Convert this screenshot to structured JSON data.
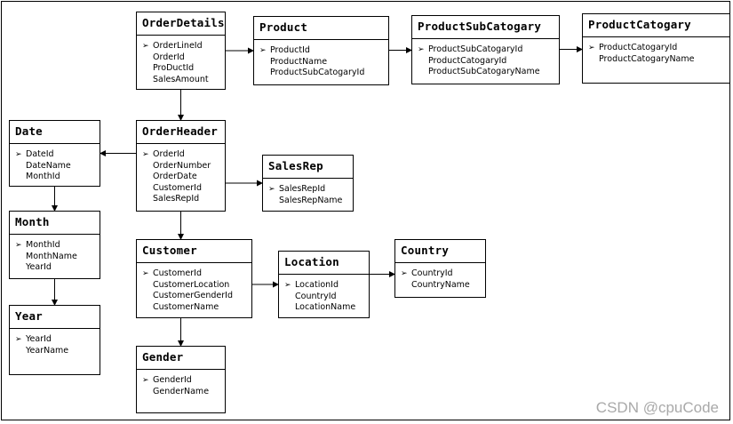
{
  "key_marker": "➢",
  "entities": {
    "orderdetails": {
      "title": "OrderDetails",
      "key": "OrderLineId",
      "fields": [
        "OrderId",
        "ProDuctId",
        "SalesAmount"
      ]
    },
    "product": {
      "title": "Product",
      "key": "ProductId",
      "fields": [
        "ProductName",
        "ProductSubCatogaryId"
      ]
    },
    "productsubcatogary": {
      "title": "ProductSubCatogary",
      "key": "ProductSubCatogaryId",
      "fields": [
        "ProductCatogaryId",
        "ProductSubCatogaryName"
      ]
    },
    "productcatogary": {
      "title": "ProductCatogary",
      "key": "ProductCatogaryId",
      "fields": [
        "ProductCatogaryName"
      ]
    },
    "orderheader": {
      "title": "OrderHeader",
      "key": "OrderId",
      "fields": [
        "OrderNumber",
        "OrderDate",
        "CustomerId",
        "SalesRepId"
      ]
    },
    "date": {
      "title": "Date",
      "key": "DateId",
      "fields": [
        "DateName",
        "MonthId"
      ]
    },
    "salesrep": {
      "title": "SalesRep",
      "key": "SalesRepId",
      "fields": [
        "SalesRepName"
      ]
    },
    "month": {
      "title": "Month",
      "key": "MonthId",
      "fields": [
        "MonthName",
        "YearId"
      ]
    },
    "customer": {
      "title": "Customer",
      "key": "CustomerId",
      "fields": [
        "CustomerLocation",
        "CustomerGenderId",
        "CustomerName"
      ]
    },
    "location": {
      "title": "Location",
      "key": "LocationId",
      "fields": [
        "CountryId",
        "LocationName"
      ]
    },
    "country": {
      "title": "Country",
      "key": "CountryId",
      "fields": [
        "CountryName"
      ]
    },
    "year": {
      "title": "Year",
      "key": "YearId",
      "fields": [
        "YearName"
      ]
    },
    "gender": {
      "title": "Gender",
      "key": "GenderId",
      "fields": [
        "GenderName"
      ]
    }
  },
  "relationships": [
    {
      "from": "orderdetails",
      "to": "product"
    },
    {
      "from": "product",
      "to": "productsubcatogary"
    },
    {
      "from": "productsubcatogary",
      "to": "productcatogary"
    },
    {
      "from": "orderdetails",
      "to": "orderheader"
    },
    {
      "from": "orderheader",
      "to": "date"
    },
    {
      "from": "orderheader",
      "to": "salesrep"
    },
    {
      "from": "orderheader",
      "to": "customer"
    },
    {
      "from": "date",
      "to": "month"
    },
    {
      "from": "month",
      "to": "year"
    },
    {
      "from": "customer",
      "to": "location"
    },
    {
      "from": "location",
      "to": "country"
    },
    {
      "from": "customer",
      "to": "gender"
    }
  ],
  "watermark": "CSDN @cpuCode"
}
